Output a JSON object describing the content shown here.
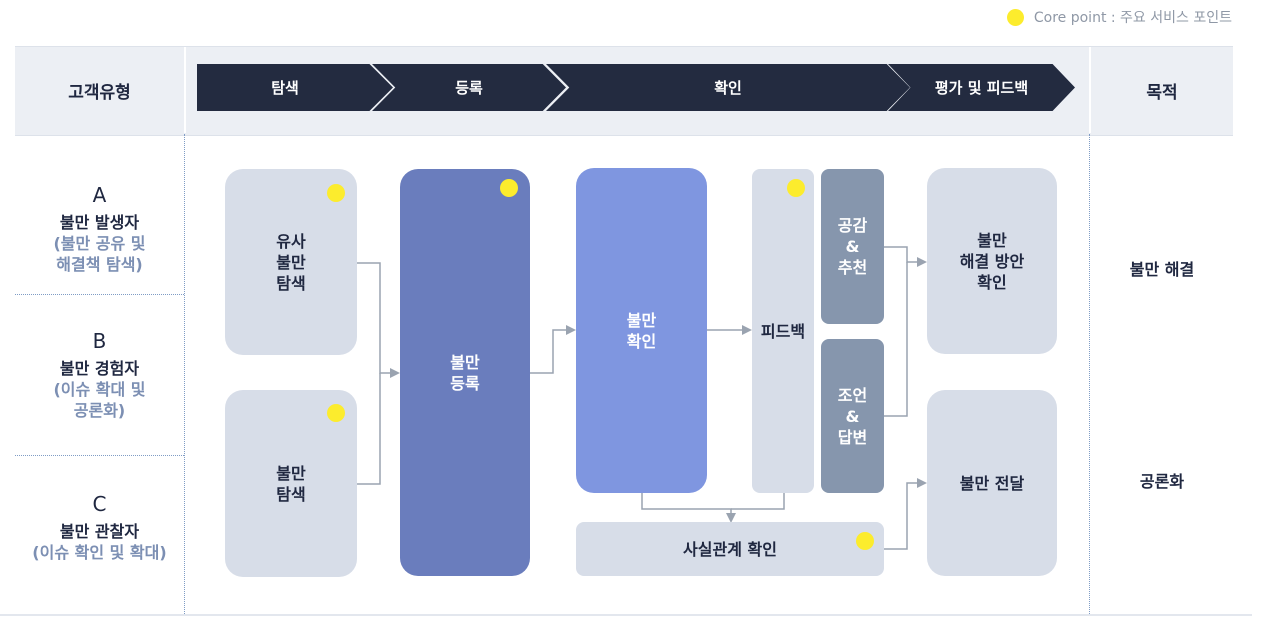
{
  "legend": {
    "label": "Core point : 주요 서비스 포인트",
    "dot_color": "#fcec2d"
  },
  "header": {
    "left_title": "고객유형",
    "right_title": "목적",
    "stages": [
      "탐색",
      "등록",
      "확인",
      "평가 및 피드백"
    ]
  },
  "customer_types": [
    {
      "letter": "A",
      "name": "불만 발생자",
      "desc_line1": "(불만 공유 및",
      "desc_line2": "해결책 탐색)"
    },
    {
      "letter": "B",
      "name": "불만 경험자",
      "desc_line1": "(이슈 확대 및",
      "desc_line2": "공론화)"
    },
    {
      "letter": "C",
      "name": "불만 관찰자",
      "desc_line1": "(이슈 확인 및 확대)",
      "desc_line2": ""
    }
  ],
  "nodes": {
    "similar_search": "유사\n불만\n탐색",
    "complaint_search": "불만\n탐색",
    "complaint_register": "불만\n등록",
    "complaint_check": "불만\n확인",
    "feedback": "피드백",
    "empathy": "공감\n&\n추천",
    "advice": "조언\n&\n답변",
    "fact_check": "사실관계 확인",
    "solution_check": "불만\n해결 방안\n확인",
    "complaint_deliver": "불만 전달"
  },
  "purposes": [
    "불만 해결",
    "공론화"
  ],
  "colors": {
    "header_band": "#eceff4",
    "stage_arrow": "#232b40",
    "light_box": "#d7dde8",
    "register_box": "#6a7dbd",
    "check_box": "#7f96e0",
    "slate_box": "#8696ad",
    "core_point": "#fcec2d"
  }
}
